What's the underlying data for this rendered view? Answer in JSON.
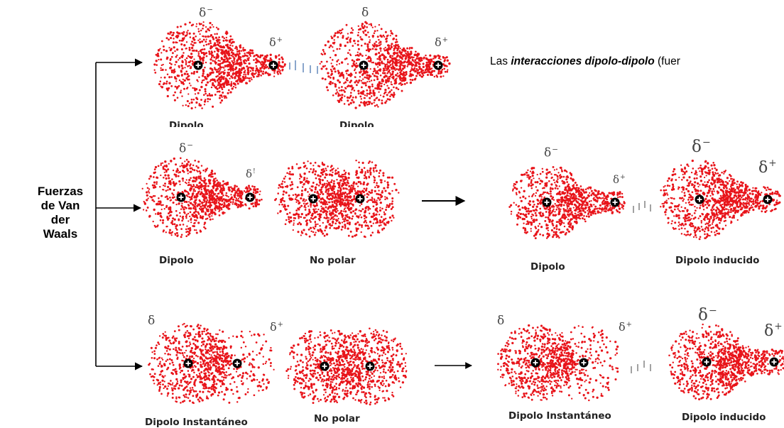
{
  "title_lines": [
    "Fuerzas",
    "de Van",
    "der",
    "Waals"
  ],
  "intro": {
    "prefix": "Las ",
    "emphasis": "interacciones dipolo-dipolo",
    "suffix": " (fuer"
  },
  "captions": {
    "dipolo": "Dipolo",
    "no_polar": "No polar",
    "dipolo_inducido": "Dipolo inducido",
    "dipolo_instantaneo": "Dipolo Instantáneo"
  },
  "symbols": {
    "delta": "δ",
    "minus": "−",
    "plus": "+",
    "plus_variant": "!"
  },
  "colors": {
    "dot": "#e8141a",
    "arrow": "#000000",
    "interaction_lines": "#6c8fc0",
    "interaction_gray": "#7a7a7a"
  },
  "icons": {
    "nucleus": "circled-plus-icon",
    "arrow": "arrow-right-icon"
  }
}
